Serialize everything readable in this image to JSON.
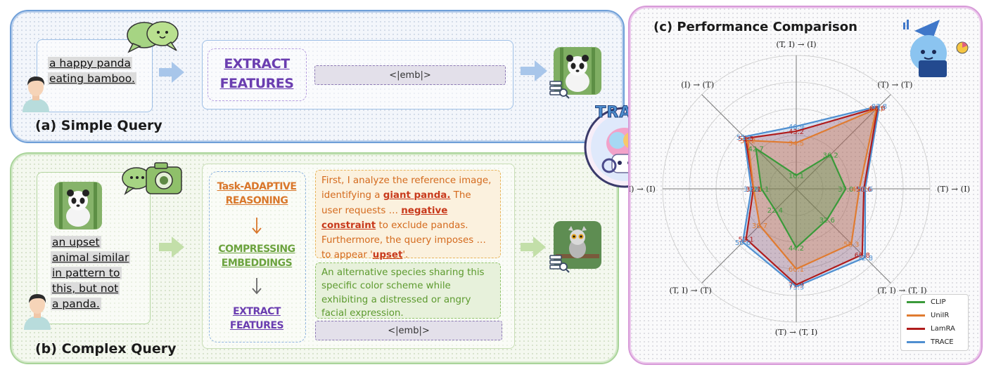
{
  "panel_a": {
    "label": "(a) Simple Query",
    "query_text_lines": [
      "a happy panda",
      "eating bamboo."
    ],
    "extract_title_lines": [
      "EXTRACT",
      "FEATURES"
    ],
    "emb_token": "<|emb|>"
  },
  "panel_b": {
    "label": "(b) Complex Query",
    "query_text_lines": [
      "an upset",
      "animal similar",
      "in pattern to",
      "this, but not",
      "a panda."
    ],
    "step1_lines": [
      "Task-ADAPTIVE",
      "REASONING"
    ],
    "step2_lines": [
      "COMPRESSING",
      "EMBEDDINGS"
    ],
    "step3_lines": [
      "EXTRACT",
      "FEATURES"
    ],
    "reasoning": {
      "p1": "First, I analyze the reference image, identifying a ",
      "b1": "giant panda.",
      "p2": " The user requests … ",
      "b2": "negative constraint",
      "p3": " to exclude pandas. Furthermore, the query imposes … to appear '",
      "b3": "upset",
      "p4": "'."
    },
    "rewrite": "An alternative species sharing this specific color scheme while exhibiting a distressed or angry facial expression.",
    "emb_token": "<|emb|>"
  },
  "badge": {
    "text": "TRACE"
  },
  "panel_c": {
    "label": "(c) Performance Comparison"
  },
  "chart_data": {
    "type": "radar",
    "title": "(c) Performance Comparison",
    "axes": [
      "(T, I) → (I)",
      "(T) → (T)",
      "(T) → (I)",
      "(T, I) → (T, I)",
      "(T) → (T, I)",
      "(T, I) → (T)",
      "(I) → (I)",
      "(I) → (T)"
    ],
    "series": [
      {
        "name": "CLIP",
        "color": "#3a9a3a",
        "values": [
          10.1,
          36.2,
          37.0,
          32.6,
          44.2,
          22.4,
          26.1,
          42.7
        ]
      },
      {
        "name": "UniIR",
        "color": "#e07b30",
        "values": [
          34.5,
          84.7,
          47.2,
          58.3,
          60.1,
          38.7,
          32.0,
          51.2
        ]
      },
      {
        "name": "LamRA",
        "color": "#b01c1c",
        "values": [
          43.2,
          86.0,
          50.6,
          69.8,
          71.9,
          53.1,
          32.1,
          53.5
        ]
      },
      {
        "name": "TRACE",
        "color": "#4f8fd0",
        "values": [
          46.9,
          87.8,
          51.6,
          72.8,
          73.3,
          56.6,
          33.6,
          55.2
        ]
      }
    ],
    "legend_position": "bottom-right"
  }
}
